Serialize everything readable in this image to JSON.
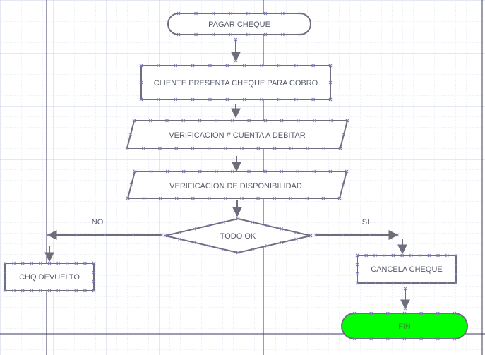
{
  "diagram": {
    "nodes": {
      "start": "PAGAR CHEQUE",
      "present": "CLIENTE PRESENTA CHEQUE PARA COBRO",
      "verify_account": "VERIFICACION # CUENTA A DEBITAR",
      "verify_funds": "VERIFICACION DE DISPONIBILIDAD",
      "decision": "TODO OK",
      "returned": "CHQ DEVUELTO",
      "cancel": "CANCELA CHEQUE",
      "end": "FIN"
    },
    "edges": {
      "no": "NO",
      "yes": "SI"
    }
  },
  "colors": {
    "end_fill": "#00ff00",
    "shape_stroke": "#6e6e80",
    "handle_marks": "#7f7fb8",
    "grid_line": "#c9d0e6",
    "swimlane": "#3a3a5c"
  }
}
